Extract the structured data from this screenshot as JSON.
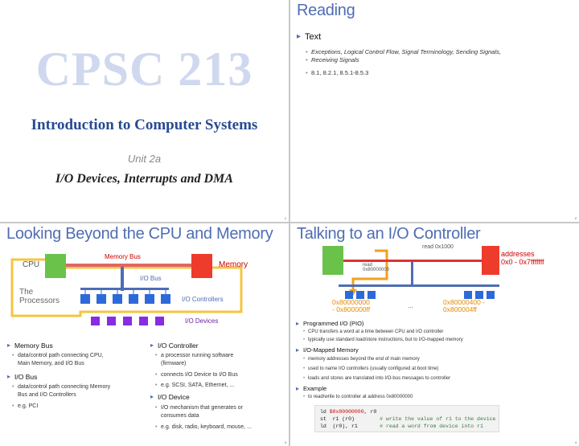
{
  "slide1": {
    "course": "CPSC 213",
    "subtitle": "Introduction to Computer Systems",
    "unit": "Unit 2a",
    "topic": "I/O Devices, Interrupts and DMA",
    "page": "1"
  },
  "slide2": {
    "title": "Reading",
    "bullet": "Text",
    "items": [
      "Exceptions, Logical Control Flow, Signal Terminology, Sending Signals,",
      "Receiving Signals",
      "8.1, 8.2.1, 8.5.1-8.5.3"
    ],
    "page": "2"
  },
  "slide3": {
    "title": "Looking Beyond the CPU and Memory",
    "diagram": {
      "memory_bus": "Memory Bus",
      "cpu": "CPU",
      "memory": "Memory",
      "io_bus": "I/O Bus",
      "processors_1": "The",
      "processors_2": "Processors",
      "io_controllers": "I/O Controllers",
      "io_devices": "I/O Devices"
    },
    "left": {
      "memory_bus": "Memory Bus",
      "mb_items": [
        "data/control path connecting CPU,",
        "Main Memory, and I/O Bus"
      ],
      "io_bus": "I/O Bus",
      "iob_items": [
        "data/control path connecting Memory",
        "Bus and I/O Controllers",
        "e.g. PCI"
      ]
    },
    "right": {
      "io_controller": "I/O Controller",
      "ioc_items": [
        "a processor running software",
        "(firmware)",
        "connects I/O Device to I/O Bus",
        "e.g. SCSI, SATA, Ethernet, ..."
      ],
      "io_device": "I/O Device",
      "iod_items": [
        "I/O mechanism that generates or",
        "consumes data",
        "e.g. disk, radio, keyboard, mouse, ..."
      ]
    },
    "page": "3"
  },
  "slide4": {
    "title": "Talking to an I/O Controller",
    "diagram": {
      "read_top": "read 0x1000",
      "read_small_1": "read",
      "read_small_2": "0x80000000",
      "addresses_1": "addresses",
      "addresses_2": "0x0 - 0x7fffffff",
      "range1_a": "0x80000000",
      "range1_b": "- 0x800000ff",
      "dots": "...",
      "range2_a": "0x80000400 -",
      "range2_b": "0x800004ff"
    },
    "pio": "Programmed I/O (PIO)",
    "pio_items": [
      "CPU transfers a word at a time between CPU and I/O controller",
      "typically use standard load/store instructions, but to I/O-mapped memory"
    ],
    "iom": "I/O-Mapped Memory",
    "iom_items": [
      "memory addresses beyond the end of main memory",
      "used to name I/O controllers (usually configured at boot time)",
      "loads and stores are translated into I/O-bus messages to controller"
    ],
    "example": "Example",
    "example_items": [
      "to read/write to controller at address 0x80000000"
    ],
    "code": {
      "l1_op": "ld  ",
      "l1_hex": "$0x80000000",
      "l1_rest": ", r0",
      "l2_op": "st  r1 (r0)        ",
      "l2_cm": "# write the value of r1 to the device",
      "l3_op": "ld  (r0), r1       ",
      "l3_cm": "# read a word from device into r1"
    },
    "page": "4"
  }
}
